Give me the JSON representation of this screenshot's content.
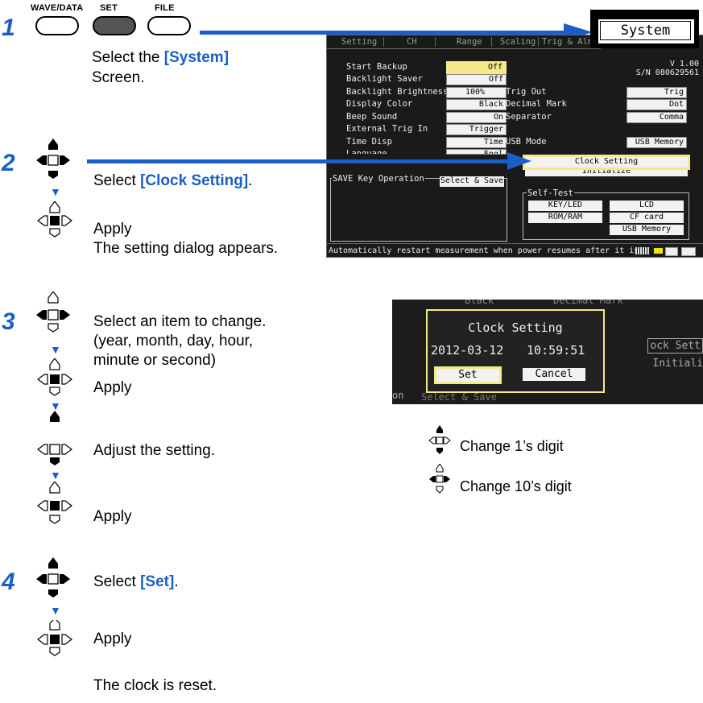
{
  "steps": {
    "s1": {
      "num": "1",
      "line1_pre": "Select the ",
      "line1_bold": "[System]",
      "line2": "Screen."
    },
    "s2": {
      "num": "2",
      "select_pre": "Select ",
      "select_bold": "[Clock Setting]",
      "select_post": ".",
      "apply": "Apply",
      "apply_note": "The setting dialog appears."
    },
    "s3": {
      "num": "3",
      "line1": "Select an item to change.",
      "line2": "(year, month, day, hour,",
      "line3": "minute or second)",
      "apply1": "Apply",
      "adjust": "Adjust the setting.",
      "apply2": "Apply"
    },
    "s4": {
      "num": "4",
      "select_pre": "Select ",
      "select_bold": "[Set]",
      "select_post": ".",
      "apply": "Apply",
      "result": "The clock is reset."
    }
  },
  "keys": {
    "wave": "WAVE/DATA",
    "set": "SET",
    "file": "FILE"
  },
  "legend": {
    "ones": "Change 1’s digit",
    "tens": "Change 10’s digit"
  },
  "screen": {
    "system_tab": "System",
    "tabs": [
      "Setting",
      "CH",
      "Range",
      "Scaling",
      "Trig & Alm"
    ],
    "version": "V 1.00",
    "serial": "S/N 080629561",
    "left_rows": [
      {
        "label": "Start Backup",
        "value": "Off",
        "highlight": true
      },
      {
        "label": "Backlight Saver",
        "value": "Off"
      },
      {
        "label": "Backlight Brightness",
        "value": "100%"
      },
      {
        "label": "Display Color",
        "value": "Black"
      },
      {
        "label": "Beep Sound",
        "value": "On"
      },
      {
        "label": "External Trig In",
        "value": "Trigger"
      },
      {
        "label": "Time Disp",
        "value": "Time"
      },
      {
        "label": "Language",
        "value": "Engl"
      }
    ],
    "right_rows": [
      {
        "label": "Trig Out",
        "value": "Trig"
      },
      {
        "label": "Decimal Mark",
        "value": "Dot"
      },
      {
        "label": "Separator",
        "value": "Comma"
      }
    ],
    "usb_mode_label": "USB Mode",
    "usb_mode_value": "USB Memory",
    "clock_setting": "Clock Setting",
    "initialize": "Initialize",
    "save_key_label": "SAVE Key Operation",
    "save_key_value": "Select & Save",
    "self_test_label": "Self-Test",
    "self_test": [
      "KEY/LED",
      "LCD",
      "ROM/RAM",
      "CF card",
      "USB Memory"
    ],
    "status_text": "Automatically restart measurement when power resumes after it is",
    "status_icons": [
      "cf-icon",
      "usb-icon"
    ]
  },
  "dialog": {
    "bg_top": "Black",
    "bg_decimal": "Decimal Mark",
    "title": "Clock Setting",
    "date_prefix": "20",
    "year": "12",
    "month": "03",
    "day": "12",
    "hour": "10",
    "minute": "59",
    "second": "51",
    "set": "Set",
    "cancel": "Cancel",
    "side1": "ock Sett",
    "side2": "Initiali",
    "bottom_left": "on",
    "bottom_select": "Select & Save"
  },
  "colors": {
    "accent": "#1a5fc7",
    "highlight": "#f5e98c",
    "screen_bg": "#1a1a1a"
  }
}
